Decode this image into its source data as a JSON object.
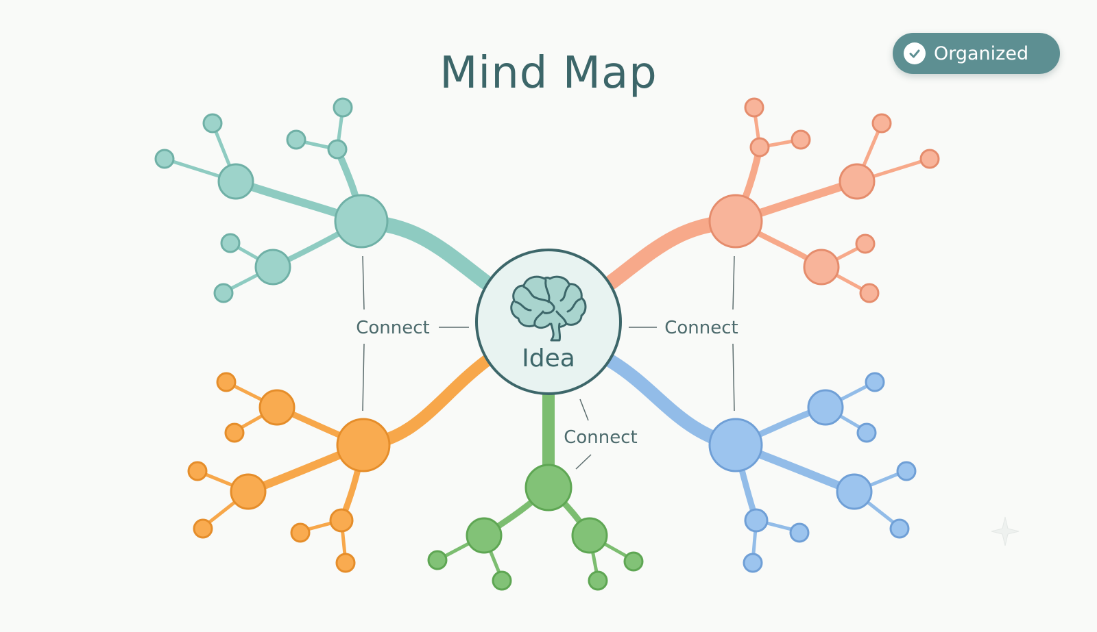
{
  "title": "Mind Map",
  "badge": {
    "label": "Organized",
    "icon": "check-icon",
    "color": "#5d8f92"
  },
  "center": {
    "label": "Idea",
    "icon": "brain-icon",
    "color": "#3c6669"
  },
  "connectors": [
    {
      "id": "left",
      "label": "Connect"
    },
    {
      "id": "right",
      "label": "Connect"
    },
    {
      "id": "bottom",
      "label": "Connect"
    }
  ],
  "branches": [
    {
      "id": "teal",
      "color": "#8ecbc1",
      "stroke": "#6fb0a6"
    },
    {
      "id": "salmon",
      "color": "#f7a98a",
      "stroke": "#e58c6c"
    },
    {
      "id": "orange",
      "color": "#f7a74a",
      "stroke": "#e58d2a"
    },
    {
      "id": "green",
      "color": "#7cbd70",
      "stroke": "#5ea653"
    },
    {
      "id": "blue",
      "color": "#92bce8",
      "stroke": "#6f9fd6"
    }
  ]
}
